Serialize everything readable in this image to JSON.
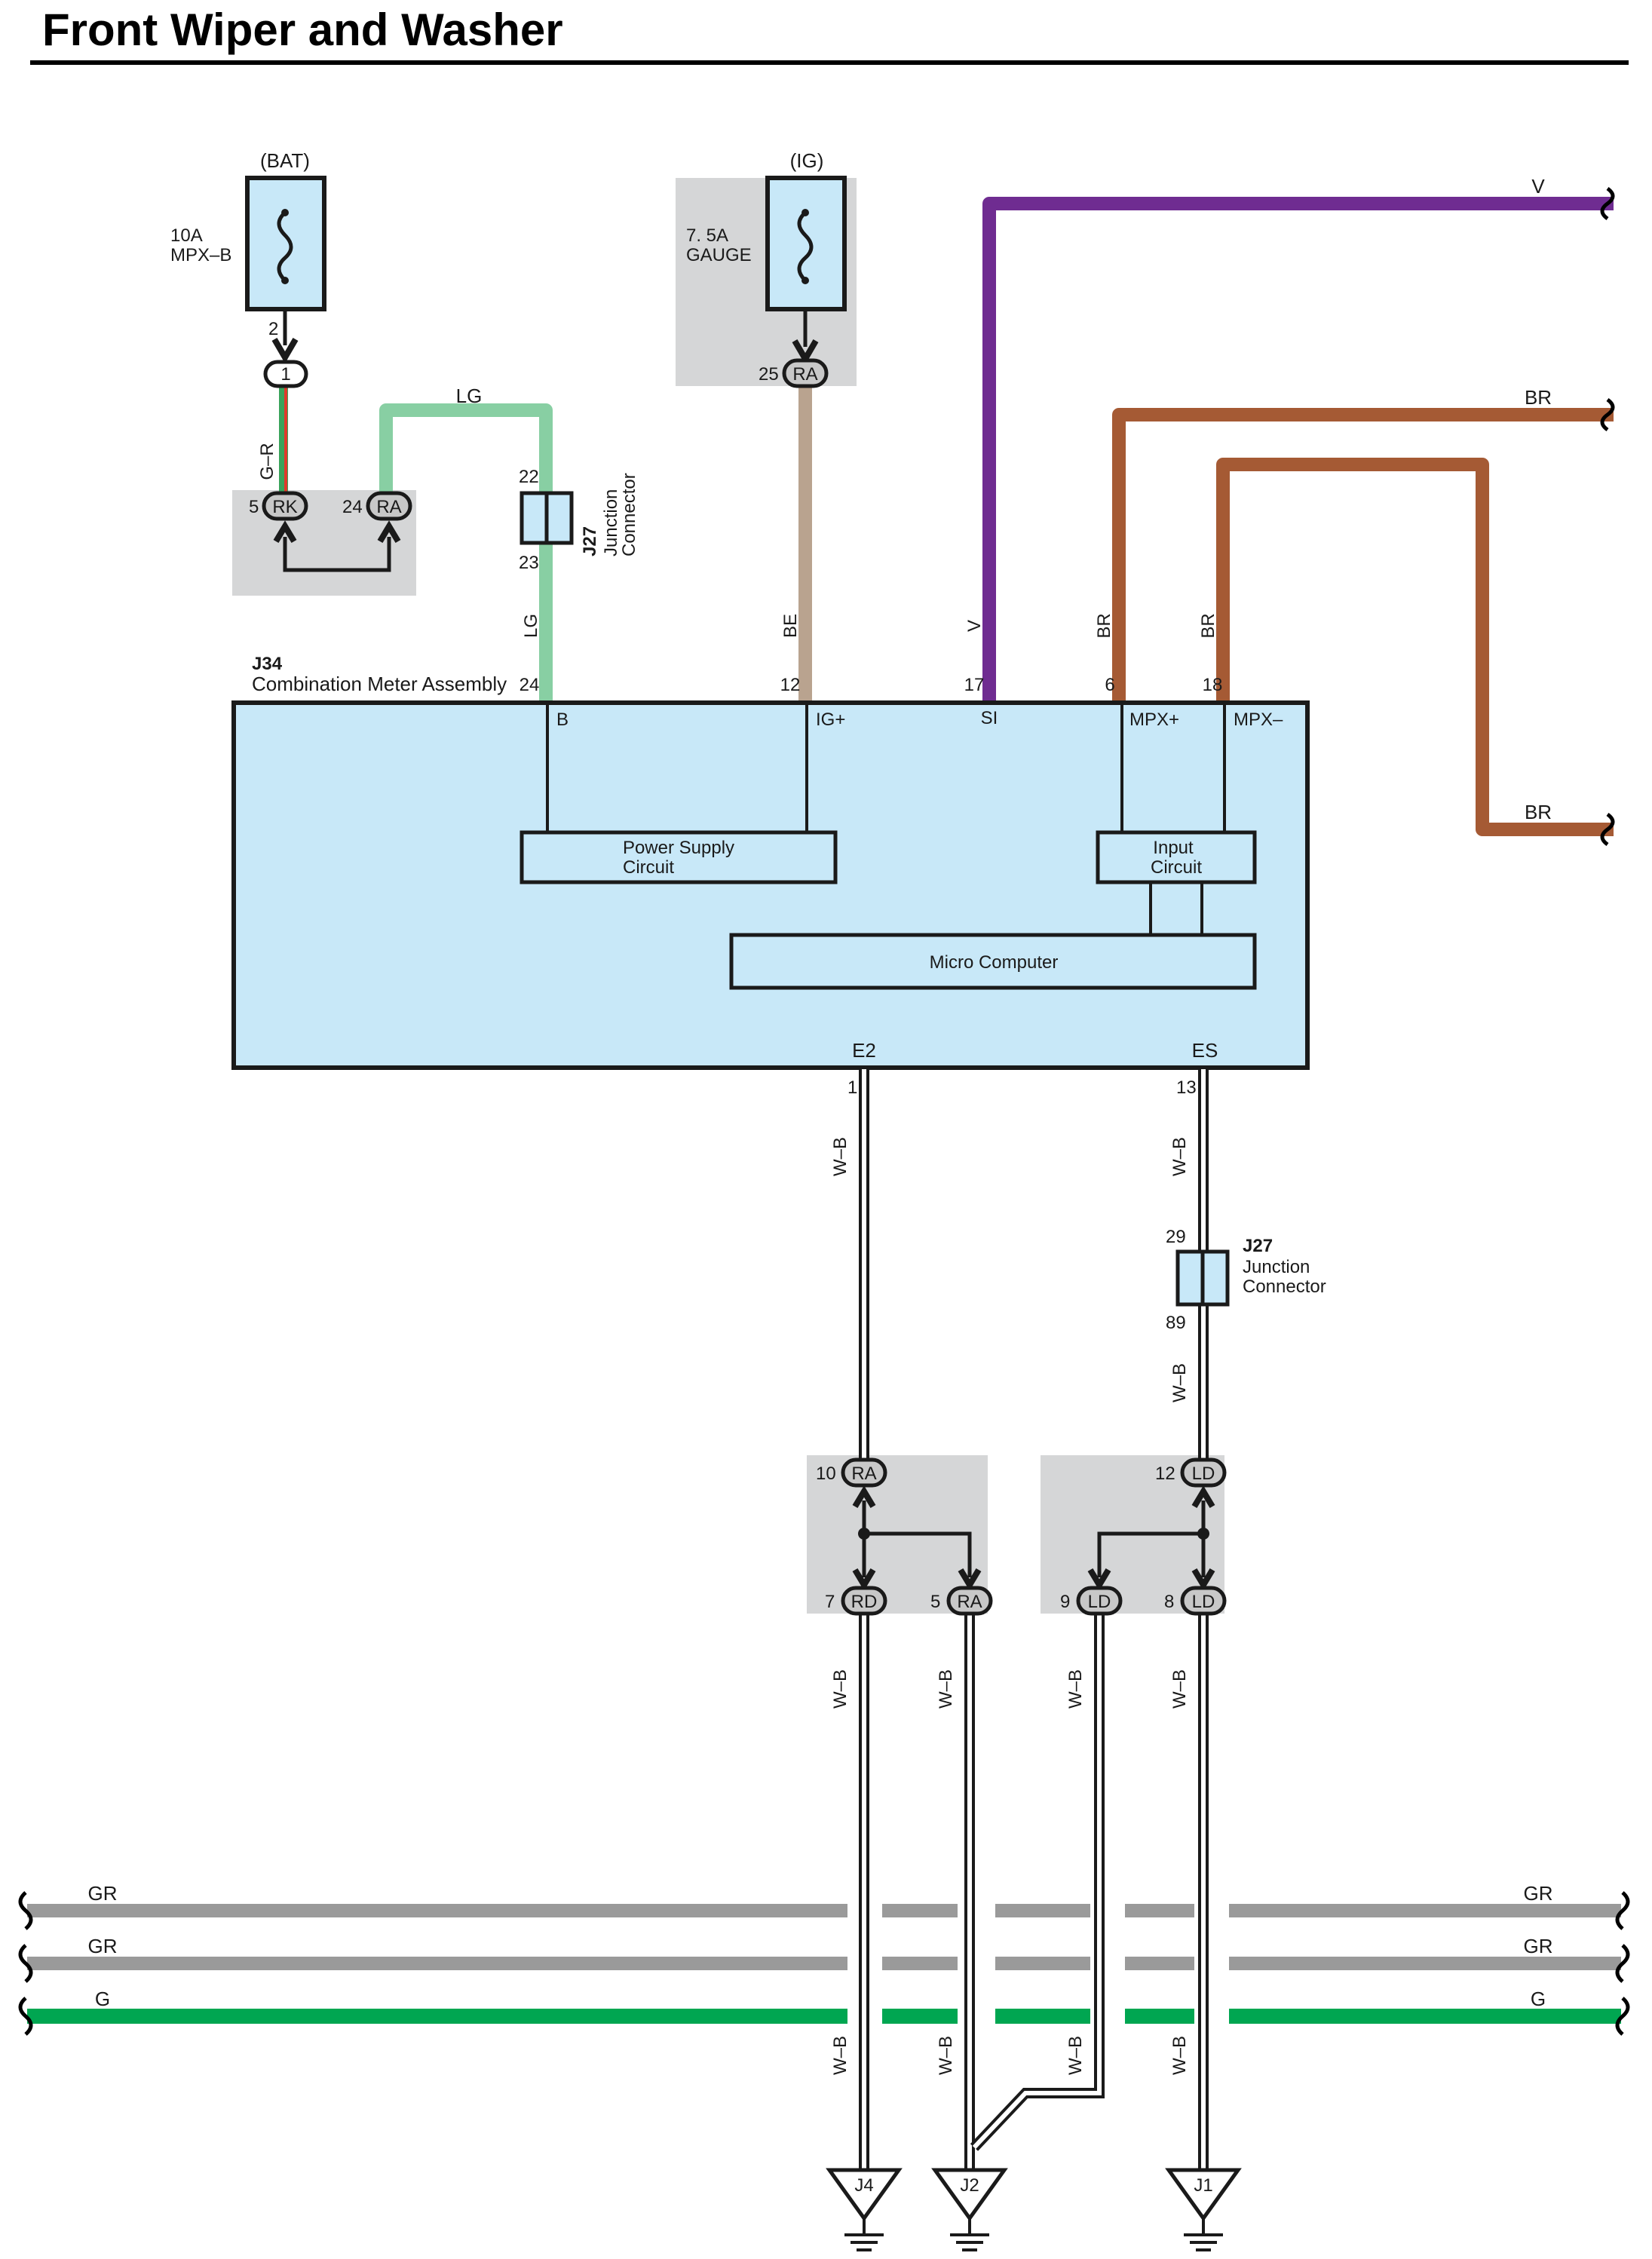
{
  "title": "Front Wiper and Washer",
  "colors": {
    "V": "#6f2c91",
    "BR": "#a55a34",
    "LG": "#88cfa3",
    "BE": "#b9a38f",
    "GR": "#9a9a9a",
    "G": "#00a651",
    "W-B": "#ffffff",
    "G-R": "#3aa35a",
    "module_fill": "#c8e8f8",
    "shade": "#d5d6d7"
  },
  "fuse_bat": {
    "supply": "(BAT)",
    "rating": "10A",
    "name": "MPX–B",
    "pin": "2"
  },
  "fuse_ig": {
    "supply": "(IG)",
    "rating": "7. 5A",
    "name": "GAUGE",
    "pin": "25",
    "conn": "RA"
  },
  "connectors": {
    "bat_1": "1",
    "rk_pin": "5",
    "rk": "RK",
    "ra24_pin": "24",
    "ra24": "RA",
    "ra10_pin": "10",
    "ra10": "RA",
    "rd7_pin": "7",
    "rd7": "RD",
    "ra5_pin": "5",
    "ra5": "RA",
    "ld12_pin": "12",
    "ld12": "LD",
    "ld9_pin": "9",
    "ld9": "LD",
    "ld8_pin": "8",
    "ld8": "LD"
  },
  "junction_top": {
    "id": "J27",
    "name_line1": "Junction",
    "name_line2": "Connector",
    "pin_in": "22",
    "pin_out": "23"
  },
  "junction_bottom": {
    "id": "J27",
    "name_line1": "Junction",
    "name_line2": "Connector",
    "pin_in": "29",
    "pin_out": "89"
  },
  "meter": {
    "id": "J34",
    "name": "Combination Meter Assembly",
    "pins_top": [
      "24",
      "12",
      "17",
      "6",
      "18"
    ],
    "terminals_top": [
      "B",
      "IG+",
      "SI",
      "MPX+",
      "MPX–"
    ],
    "power_supply_l1": "Power Supply",
    "power_supply_l2": "Circuit",
    "input_l1": "Input",
    "input_l2": "Circuit",
    "micro": "Micro Computer",
    "term_e2": "E2",
    "term_es": "ES",
    "pin_e2": "1",
    "pin_es": "13"
  },
  "wires": {
    "gr_top": "G–R",
    "lg_top": "LG",
    "lg_vert": "LG",
    "be": "BE",
    "v_vert": "V",
    "br1_vert": "BR",
    "br2_vert": "BR",
    "v_right": "V",
    "br_right1": "BR",
    "br_right2": "BR",
    "wb_1": "W–B",
    "wb_2": "W–B",
    "wb_3": "W–B",
    "wb_4": "W–B",
    "wb_5": "W–B",
    "wb_6": "W–B",
    "wb_7": "W–B",
    "wb_8": "W–B",
    "wb_9": "W–B",
    "wb_10": "W–B",
    "bus_gr1_l": "GR",
    "bus_gr1_r": "GR",
    "bus_gr2_l": "GR",
    "bus_gr2_r": "GR",
    "bus_g_l": "G",
    "bus_g_r": "G"
  },
  "grounds": [
    "J4",
    "J2",
    "J1"
  ]
}
